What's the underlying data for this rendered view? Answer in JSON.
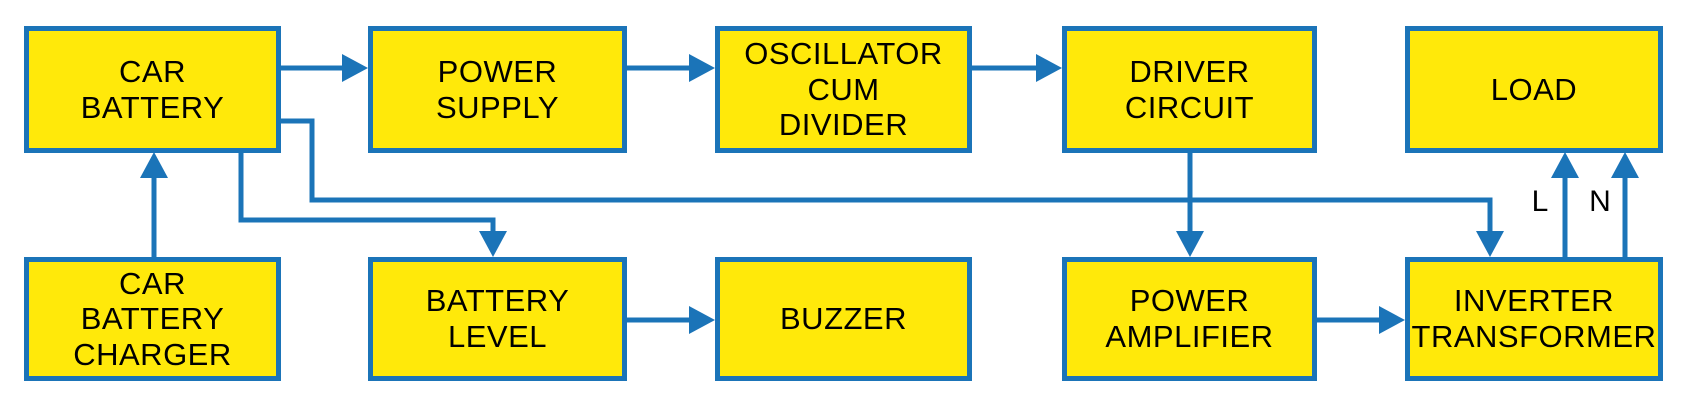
{
  "colors": {
    "page-bg": "#FFFFFF",
    "box-fill": "#FFE90A",
    "box-border": "#1B74B8",
    "wire": "#1B74B8",
    "text": "#000000"
  },
  "blocks": [
    {
      "id": "car-battery",
      "label": "CAR\nBATTERY"
    },
    {
      "id": "power-supply",
      "label": "POWER\nSUPPLY"
    },
    {
      "id": "oscillator-cum-divider",
      "label": "OSCILLATOR\nCUM\nDIVIDER"
    },
    {
      "id": "driver-circuit",
      "label": "DRIVER\nCIRCUIT"
    },
    {
      "id": "load",
      "label": "LOAD"
    },
    {
      "id": "car-battery-charger",
      "label": "CAR\nBATTERY\nCHARGER"
    },
    {
      "id": "battery-level",
      "label": "BATTERY\nLEVEL"
    },
    {
      "id": "buzzer",
      "label": "BUZZER"
    },
    {
      "id": "power-amplifier",
      "label": "POWER\nAMPLIFIER"
    },
    {
      "id": "inverter-transformer",
      "label": "INVERTER\nTRANSFORMER"
    }
  ],
  "wire_labels": [
    {
      "id": "live",
      "text": "L"
    },
    {
      "id": "neutral",
      "text": "N"
    }
  ],
  "connections": [
    {
      "from": "car-battery",
      "to": "power-supply"
    },
    {
      "from": "power-supply",
      "to": "oscillator-cum-divider"
    },
    {
      "from": "oscillator-cum-divider",
      "to": "driver-circuit"
    },
    {
      "from": "car-battery-charger",
      "to": "car-battery"
    },
    {
      "from": "car-battery",
      "to": "inverter-transformer"
    },
    {
      "from": "car-battery",
      "to": "battery-level"
    },
    {
      "from": "battery-level",
      "to": "buzzer"
    },
    {
      "from": "driver-circuit",
      "to": "power-amplifier"
    },
    {
      "from": "power-amplifier",
      "to": "inverter-transformer"
    },
    {
      "from": "inverter-transformer",
      "to": "load",
      "wire": "L"
    },
    {
      "from": "inverter-transformer",
      "to": "load",
      "wire": "N"
    }
  ]
}
